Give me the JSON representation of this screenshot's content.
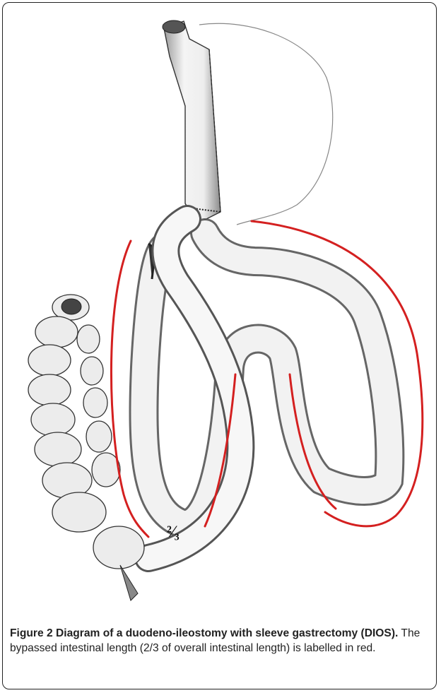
{
  "figure": {
    "diagram_label": "²⁄₃",
    "caption_bold": "Figure 2 Diagram of a duodeno-ileostomy with sleeve gastrectomy (DIOS).",
    "caption_text": " The bypassed intestinal length (2/3 of overall intestinal length) is labelled in red.",
    "highlight_color": "#d42020"
  }
}
